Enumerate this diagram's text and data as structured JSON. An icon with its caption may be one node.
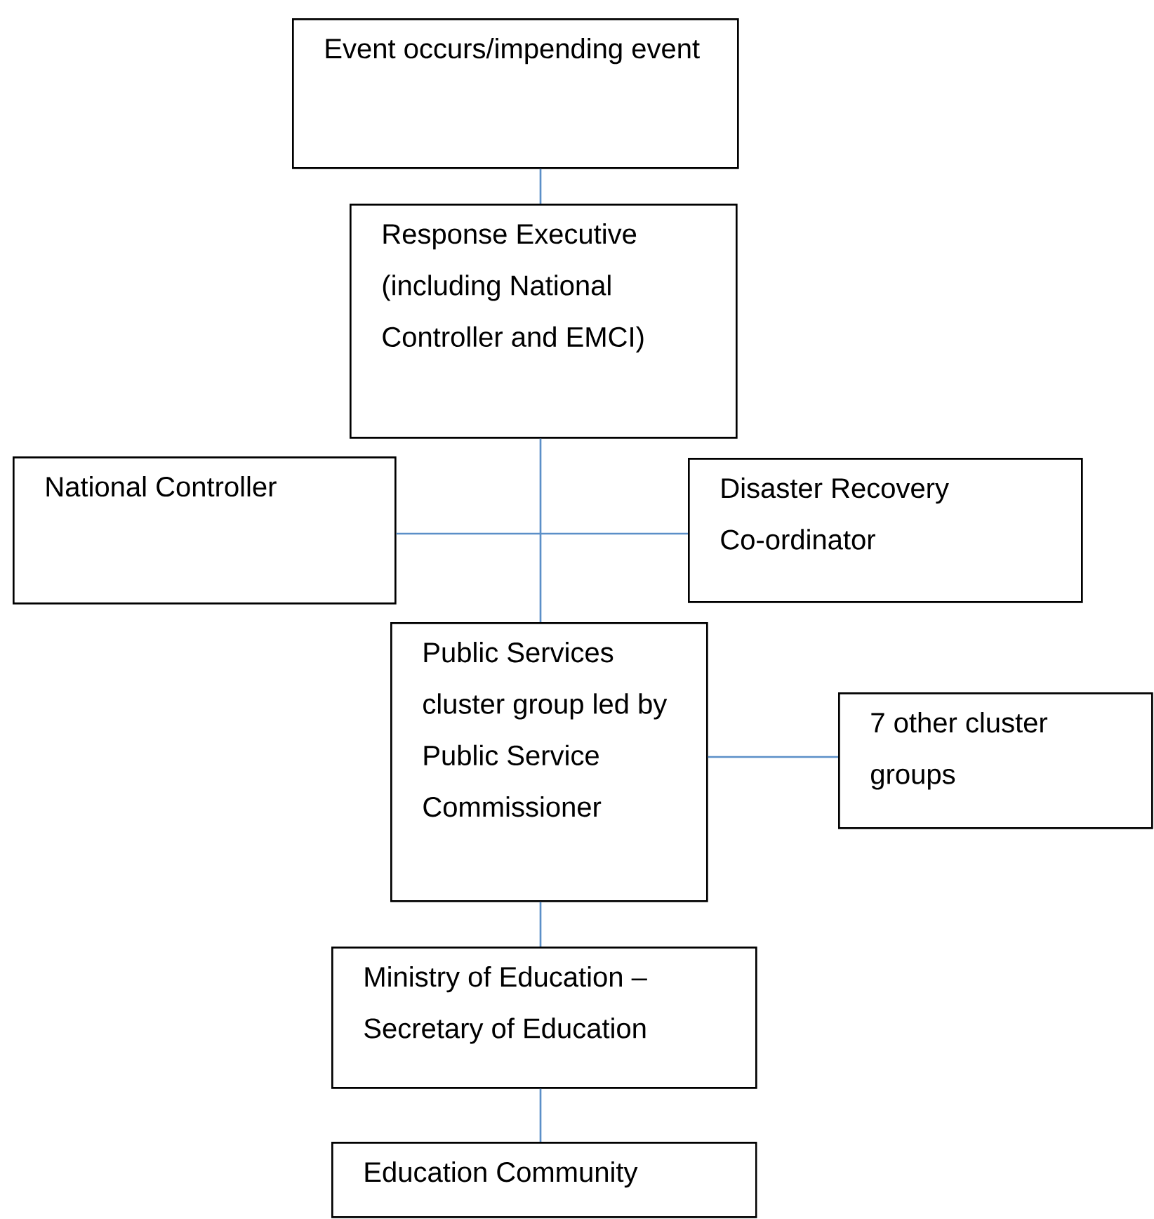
{
  "diagram": {
    "nodes": [
      {
        "text": [
          "Event occurs/impending event"
        ]
      },
      {
        "text": [
          "Response Executive (including National Controller and EMCI)"
        ]
      },
      {
        "text": [
          "National Controller"
        ]
      },
      {
        "text": [
          "Disaster Recovery Co-ordinator"
        ]
      },
      {
        "text": [
          "Public Services cluster group led by Public Service Commissioner"
        ]
      },
      {
        "text": [
          "7 other cluster groups"
        ]
      },
      {
        "text": [
          "Ministry of Education – Secretary of Education"
        ]
      },
      {
        "text": [
          "Education Community"
        ]
      }
    ],
    "edges": [
      {
        "from": 0,
        "to": 1,
        "arrow": "none"
      },
      {
        "from": 1,
        "to": 4,
        "arrow": "none"
      },
      {
        "from": 2,
        "to": 3,
        "arrow": "none"
      },
      {
        "from": 4,
        "to": 5,
        "arrow": "none"
      },
      {
        "from": 4,
        "to": 6,
        "arrow": "none"
      },
      {
        "from": 6,
        "to": 7,
        "arrow": "none"
      }
    ]
  }
}
